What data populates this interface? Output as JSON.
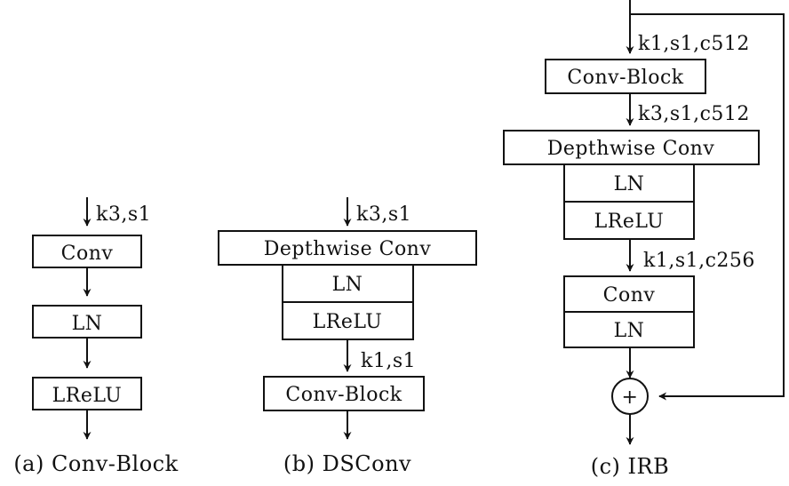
{
  "panel_a": {
    "input_label": "k3,s1",
    "blocks": [
      "Conv",
      "LN",
      "LReLU"
    ],
    "caption": "(a) Conv-Block"
  },
  "panel_b": {
    "input_label": "k3,s1",
    "depthwise": "Depthwise Conv",
    "norm": "LN",
    "act": "LReLU",
    "mid_label": "k1,s1",
    "conv_block": "Conv-Block",
    "caption": "(b) DSConv"
  },
  "panel_c": {
    "label_1": "k1,s1,c512",
    "conv_block": "Conv-Block",
    "label_2": "k3,s1,c512",
    "depthwise": "Depthwise Conv",
    "norm_1": "LN",
    "act": "LReLU",
    "label_3": "k1,s1,c256",
    "conv": "Conv",
    "norm_2": "LN",
    "add_symbol": "+",
    "caption": "(c) IRB"
  }
}
